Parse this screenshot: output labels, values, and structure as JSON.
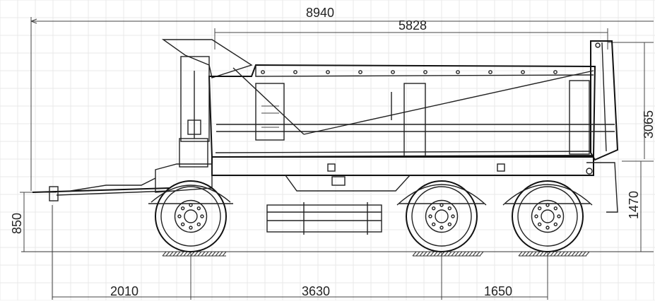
{
  "drawing": {
    "dimensions": {
      "overall_length": "8940",
      "body_length": "5828",
      "body_height": "3065",
      "drawbar_length": "2010",
      "front_to_bogie": "3630",
      "axle_spacing": "1650",
      "drawbar_height": "850",
      "platform_height": "1470"
    },
    "colors": {
      "line": "#222222",
      "grid": "#e9e9e9",
      "background": "#ffffff"
    }
  }
}
